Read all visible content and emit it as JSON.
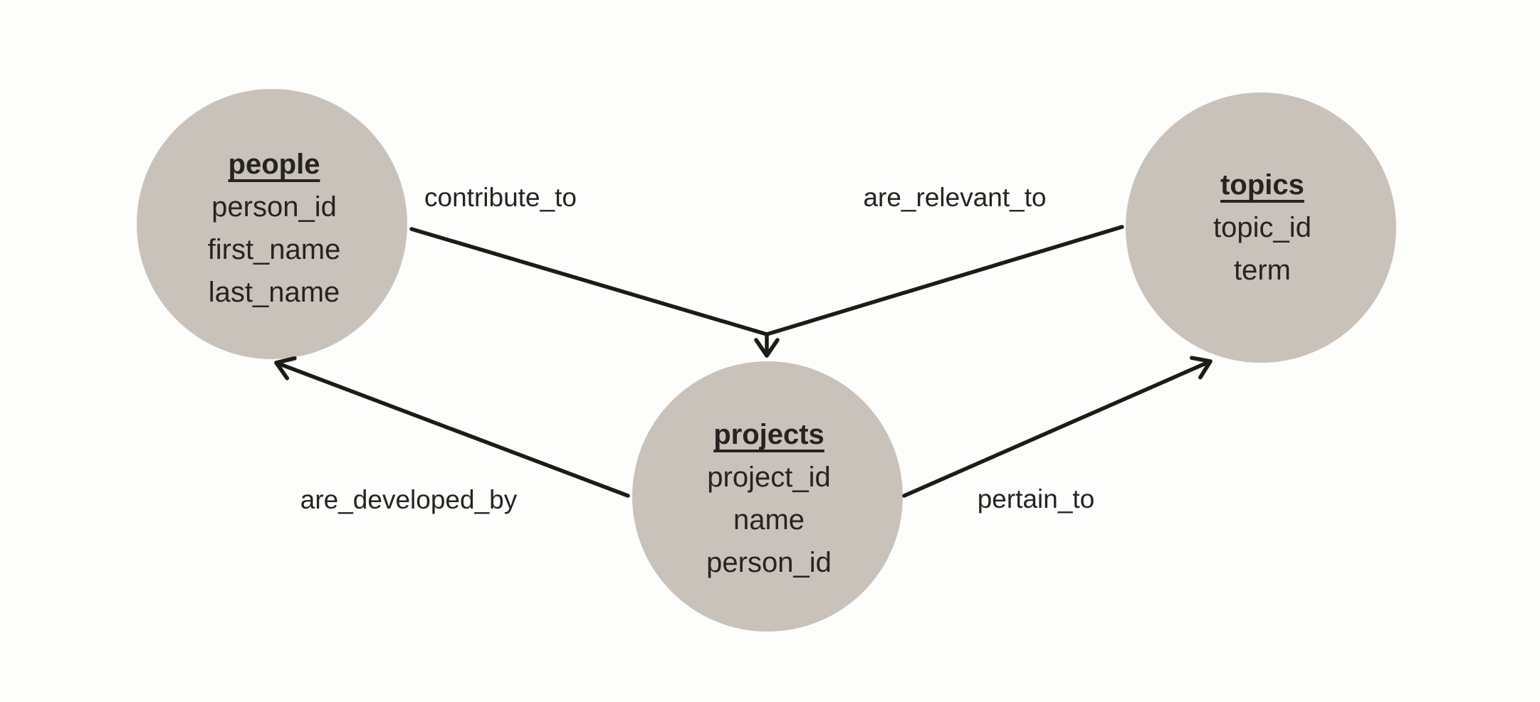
{
  "diagram": {
    "type": "entity-relationship",
    "background_color": "#FDFDFC",
    "node_fill_color": "#C9C2BA",
    "line_color": "#1D1B18",
    "text_color": "#262321",
    "nodes": [
      {
        "id": "people",
        "title": "people",
        "attributes": [
          "person_id",
          "first_name",
          "last_name"
        ]
      },
      {
        "id": "topics",
        "title": "topics",
        "attributes": [
          "topic_id",
          "term"
        ]
      },
      {
        "id": "projects",
        "title": "projects",
        "attributes": [
          "project_id",
          "name",
          "person_id"
        ]
      }
    ],
    "relationships": [
      {
        "label": "contribute_to",
        "from": "people",
        "to": "projects"
      },
      {
        "label": "are_relevant_to",
        "from": "topics",
        "to": "projects"
      },
      {
        "label": "are_developed_by",
        "from": "projects",
        "to": "people"
      },
      {
        "label": "pertain_to",
        "from": "projects",
        "to": "topics"
      }
    ]
  }
}
